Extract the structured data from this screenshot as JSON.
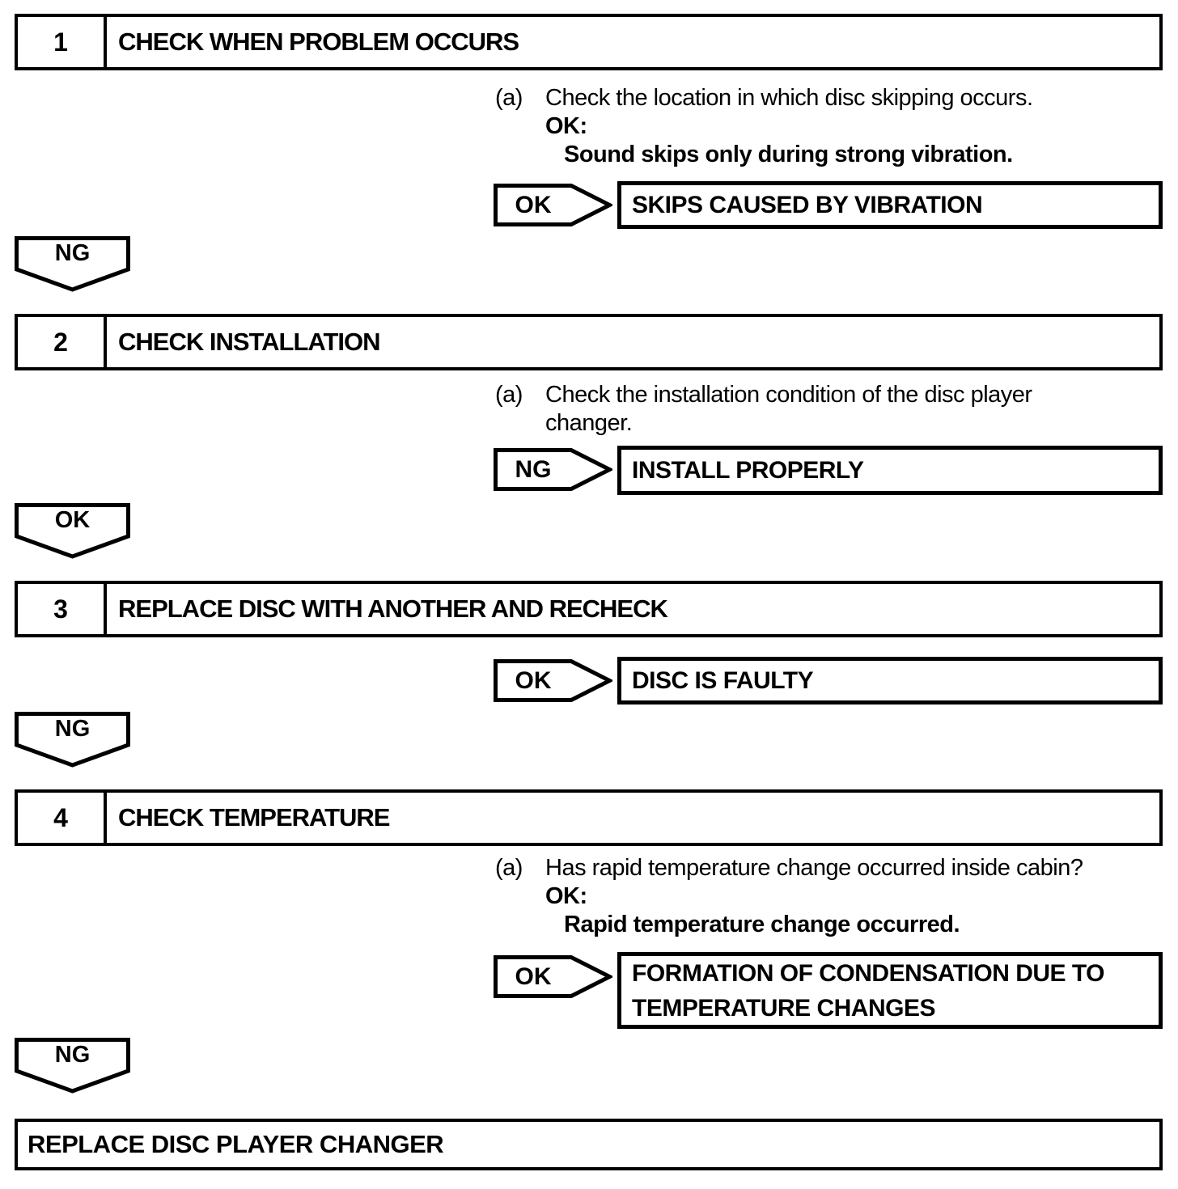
{
  "page": {
    "background_color": "#ffffff",
    "line_color": "#000000"
  },
  "steps": [
    {
      "number": "1",
      "title": "CHECK WHEN PROBLEM OCCURS",
      "instruction_marker": "(a)",
      "instruction_text": "Check the location in which disc skipping occurs.",
      "ok_heading": "OK:",
      "condition": "Sound skips only during strong vibration.",
      "branch_tag": "OK",
      "branch_result": "SKIPS CAUSED BY VIBRATION",
      "connector_label": "NG"
    },
    {
      "number": "2",
      "title": "CHECK INSTALLATION",
      "instruction_marker": "(a)",
      "instruction_text": "Check the installation condition of the disc player\nchanger.",
      "branch_tag": "NG",
      "branch_result": "INSTALL PROPERLY",
      "connector_label": "OK"
    },
    {
      "number": "3",
      "title": "REPLACE DISC WITH ANOTHER AND RECHECK",
      "branch_tag": "OK",
      "branch_result": "DISC IS FAULTY",
      "connector_label": "NG"
    },
    {
      "number": "4",
      "title": "CHECK TEMPERATURE",
      "instruction_marker": "(a)",
      "instruction_text": "Has rapid temperature change occurred inside cabin?",
      "ok_heading": "OK:",
      "condition": "Rapid temperature change occurred.",
      "branch_tag": "OK",
      "branch_result": "FORMATION OF CONDENSATION DUE TO\nTEMPERATURE CHANGES",
      "connector_label": "NG"
    }
  ],
  "final_result": "REPLACE DISC PLAYER CHANGER"
}
